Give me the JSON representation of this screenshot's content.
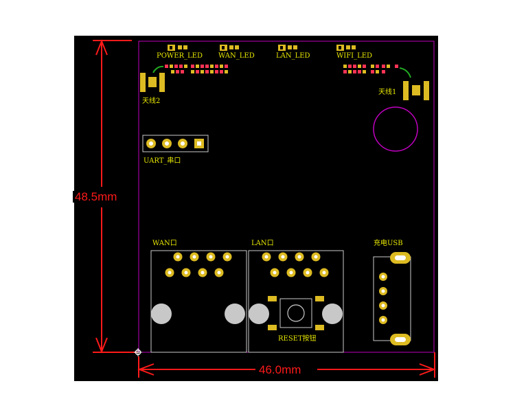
{
  "board": {
    "height_dimension": "48.5mm",
    "width_dimension": "46.0mm"
  },
  "labels": {
    "power_led": "POWER_LED",
    "wan_led": "WAN_LED",
    "lan_led": "LAN_LED",
    "wifi_led": "WIFI_LED",
    "antenna2": "天线2",
    "antenna1": "天线1",
    "uart": "UART_串口",
    "wan_port": "WAN口",
    "lan_port": "LAN口",
    "charge_usb": "充电USB",
    "reset_button": "RESET按钮"
  },
  "colors": {
    "background": "#000000",
    "outline": "#c000c0",
    "silkscreen": "#e8e800",
    "dimension": "#ff1a1a",
    "pad": "#ddbb22",
    "via": "#ff3355",
    "trace": "#22aa22",
    "drill": "#c8c8c8",
    "port_outline": "#cccccc"
  }
}
